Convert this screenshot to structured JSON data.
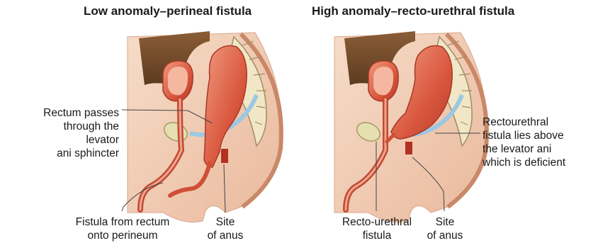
{
  "left_panel": {
    "title": "Low anomaly–perineal fistula",
    "labels": {
      "rectum_levator_1": "Rectum passes",
      "rectum_levator_2": "through the",
      "rectum_levator_3": "levator",
      "rectum_levator_4": "ani sphincter",
      "fistula_1": "Fistula from rectum",
      "fistula_2": "onto perineum",
      "site_1": "Site",
      "site_2": "of anus"
    }
  },
  "right_panel": {
    "title": "High anomaly–recto-urethral fistula",
    "labels": {
      "rectourethral_1": "Rectourethral",
      "rectourethral_2": "fistula lies above",
      "rectourethral_3": "the levator ani",
      "rectourethral_4": "which is deficient",
      "fistula_1": "Recto-urethral",
      "fistula_2": "fistula",
      "site_1": "Site",
      "site_2": "of anus"
    }
  }
}
